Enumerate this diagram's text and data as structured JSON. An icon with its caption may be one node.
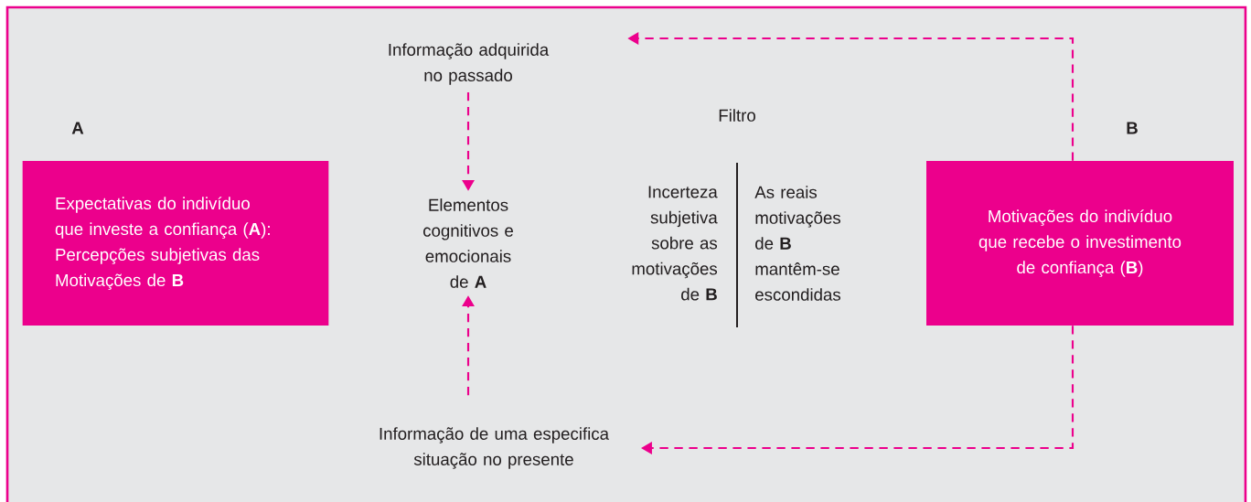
{
  "diagram": {
    "nodes": [
      {
        "text": [
          "A",
          "Expectativas do indivíduo que investe a confiança (**A**): Percepções subjetivas das Motivações de **B**"
        ]
      },
      {
        "text": [
          "Informação adquirida no passado"
        ]
      },
      {
        "text": [
          "Elementos cognitivos e emocionais de **A**"
        ]
      },
      {
        "text": [
          "Informação de uma especifica situação no presente"
        ]
      },
      {
        "text": [
          "B",
          "Motivações do indivíduo que recebe o investimento de confiança (**B**)"
        ]
      }
    ],
    "edges": [
      {
        "from": 1,
        "to": 2,
        "arrow": "to",
        "style": "dashed"
      },
      {
        "from": 3,
        "to": 2,
        "arrow": "to",
        "style": "dashed"
      },
      {
        "from": 4,
        "to": 1,
        "arrow": "to",
        "style": "dashed"
      },
      {
        "from": 4,
        "to": 3,
        "arrow": "to",
        "style": "dashed"
      }
    ],
    "labels": [
      "Filtro",
      "Incerteza subjetiva sobre as motivações de **B**",
      "As reais motivações de **B** mantêm-se escondidas"
    ]
  }
}
